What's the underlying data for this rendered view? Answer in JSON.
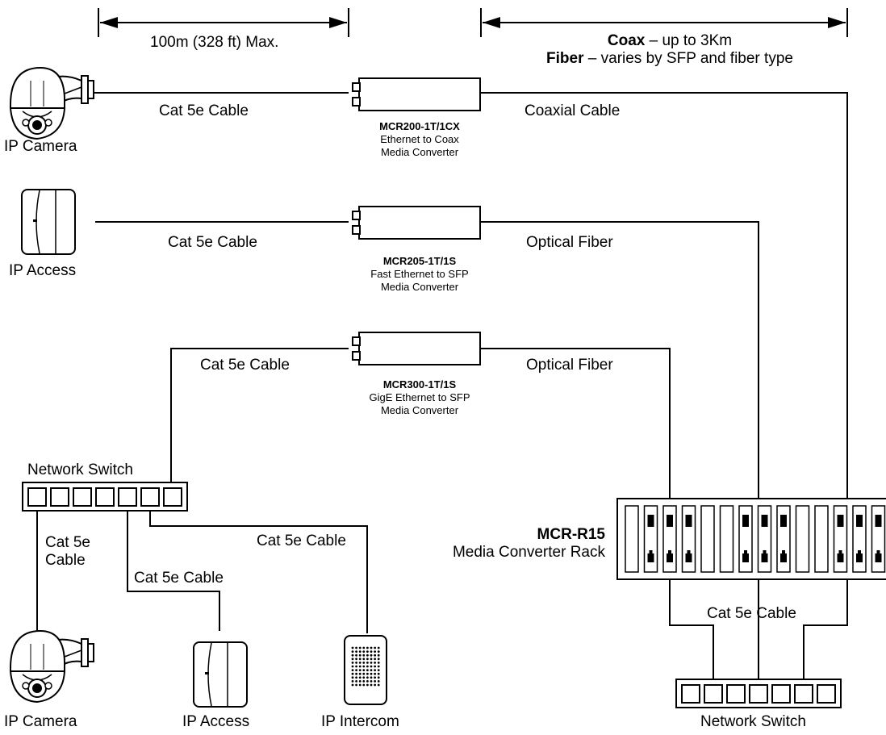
{
  "dimensions": {
    "copper_limit": "100m (328 ft) Max.",
    "coax_bold": "Coax",
    "coax_rest": " – up to 3Km",
    "fiber_bold": "Fiber",
    "fiber_rest": " – varies by SFP and fiber type"
  },
  "cables": {
    "cat5e": "Cat 5e Cable",
    "cat5e_line1": "Cat 5e",
    "cat5e_line2": "Cable",
    "coaxial": "Coaxial Cable",
    "optical_fiber": "Optical Fiber"
  },
  "devices": {
    "ip_camera": "IP Camera",
    "ip_access": "IP Access",
    "ip_intercom": "IP Intercom",
    "network_switch": "Network Switch"
  },
  "converters": [
    {
      "model": "MCR200-1T/1CX",
      "line1": "Ethernet to Coax",
      "line2": "Media Converter"
    },
    {
      "model": "MCR205-1T/1S",
      "line1": "Fast Ethernet to SFP",
      "line2": "Media Converter"
    },
    {
      "model": "MCR300-1T/1S",
      "line1": "GigE Ethernet to SFP",
      "line2": "Media Converter"
    }
  ],
  "rack": {
    "model": "MCR-R15",
    "description": "Media Converter Rack"
  }
}
